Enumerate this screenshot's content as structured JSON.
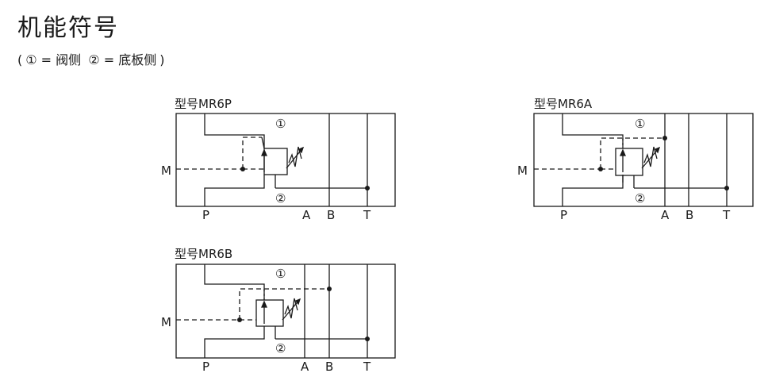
{
  "page": {
    "title": "机能符号",
    "subtitle_open": "(",
    "subtitle_s1": "① = 阀侧",
    "subtitle_s2": "② = 底板侧",
    "subtitle_close": ")"
  },
  "diagrams": [
    {
      "model": "型号MR6P",
      "side1": "①",
      "side2": "②",
      "ports": {
        "M": "M",
        "P": "P",
        "A": "A",
        "B": "B",
        "T": "T"
      }
    },
    {
      "model": "型号MR6A",
      "side1": "①",
      "side2": "②",
      "ports": {
        "M": "M",
        "P": "P",
        "A": "A",
        "B": "B",
        "T": "T"
      }
    },
    {
      "model": "型号MR6B",
      "side1": "①",
      "side2": "②",
      "ports": {
        "M": "M",
        "P": "P",
        "A": "A",
        "B": "B",
        "T": "T"
      }
    }
  ],
  "colors": {
    "line": "#1a1a1a",
    "background": "#ffffff"
  }
}
